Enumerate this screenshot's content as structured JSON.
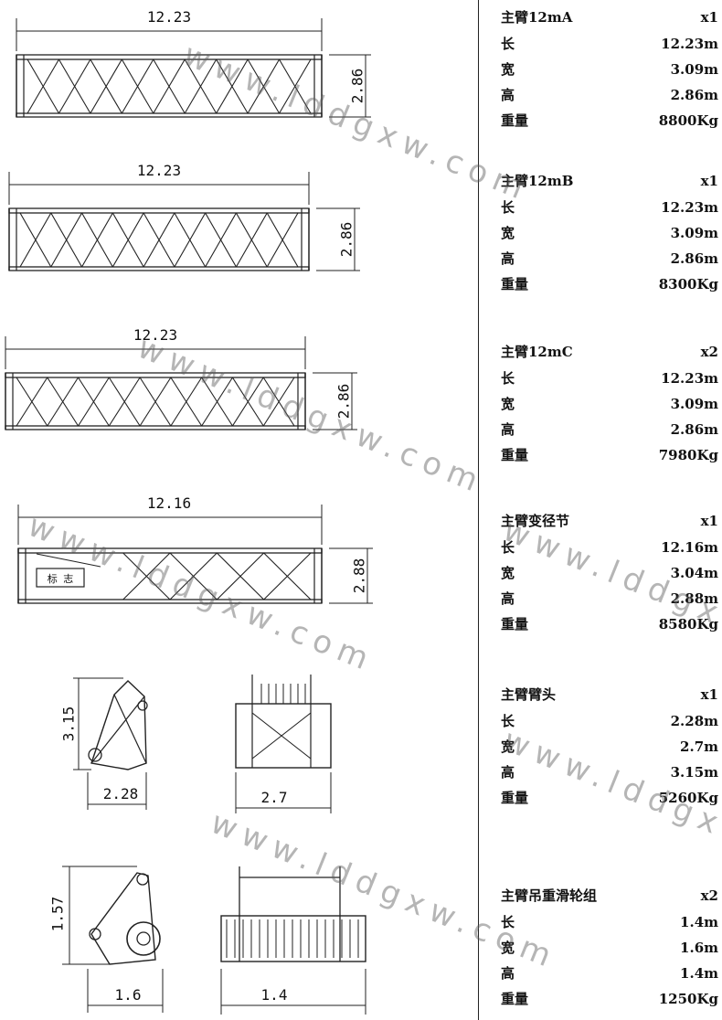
{
  "sections": [
    {
      "title": "主臂12mA",
      "count": "x1",
      "rows": [
        {
          "label": "长",
          "value": "12.23m"
        },
        {
          "label": "宽",
          "value": "3.09m"
        },
        {
          "label": "高",
          "value": "2.86m"
        },
        {
          "label": "重量",
          "value": "8800Kg"
        }
      ]
    },
    {
      "title": "主臂12mB",
      "count": "x1",
      "rows": [
        {
          "label": "长",
          "value": "12.23m"
        },
        {
          "label": "宽",
          "value": "3.09m"
        },
        {
          "label": "高",
          "value": "2.86m"
        },
        {
          "label": "重量",
          "value": "8300Kg"
        }
      ]
    },
    {
      "title": "主臂12mC",
      "count": "x2",
      "rows": [
        {
          "label": "长",
          "value": "12.23m"
        },
        {
          "label": "宽",
          "value": "3.09m"
        },
        {
          "label": "高",
          "value": "2.86m"
        },
        {
          "label": "重量",
          "value": "7980Kg"
        }
      ]
    },
    {
      "title": "主臂变径节",
      "count": "x1",
      "rows": [
        {
          "label": "长",
          "value": "12.16m"
        },
        {
          "label": "宽",
          "value": "3.04m"
        },
        {
          "label": "高",
          "value": "2.88m"
        },
        {
          "label": "重量",
          "value": "8580Kg"
        }
      ]
    },
    {
      "title": "主臂臂头",
      "count": "x1",
      "rows": [
        {
          "label": "长",
          "value": "2.28m"
        },
        {
          "label": "宽",
          "value": "2.7m"
        },
        {
          "label": "高",
          "value": "3.15m"
        },
        {
          "label": "重量",
          "value": "5260Kg"
        }
      ]
    },
    {
      "title": "主臂吊重滑轮组",
      "count": "x2",
      "rows": [
        {
          "label": "长",
          "value": "1.4m"
        },
        {
          "label": "宽",
          "value": "1.6m"
        },
        {
          "label": "高",
          "value": "1.4m"
        },
        {
          "label": "重量",
          "value": "1250Kg"
        }
      ]
    }
  ],
  "drawings": {
    "trusses": [
      {
        "length": "12.23",
        "height": "2.86"
      },
      {
        "length": "12.23",
        "height": "2.86"
      },
      {
        "length": "12.23",
        "height": "2.86"
      },
      {
        "length": "12.16",
        "height": "2.88",
        "box_label": "标 志"
      }
    ],
    "head": {
      "height": "3.15",
      "length": "2.28",
      "width": "2.7"
    },
    "pulley": {
      "height": "1.57",
      "length": "1.6",
      "width": "1.4"
    }
  },
  "watermark": "www.lddgxw.com"
}
